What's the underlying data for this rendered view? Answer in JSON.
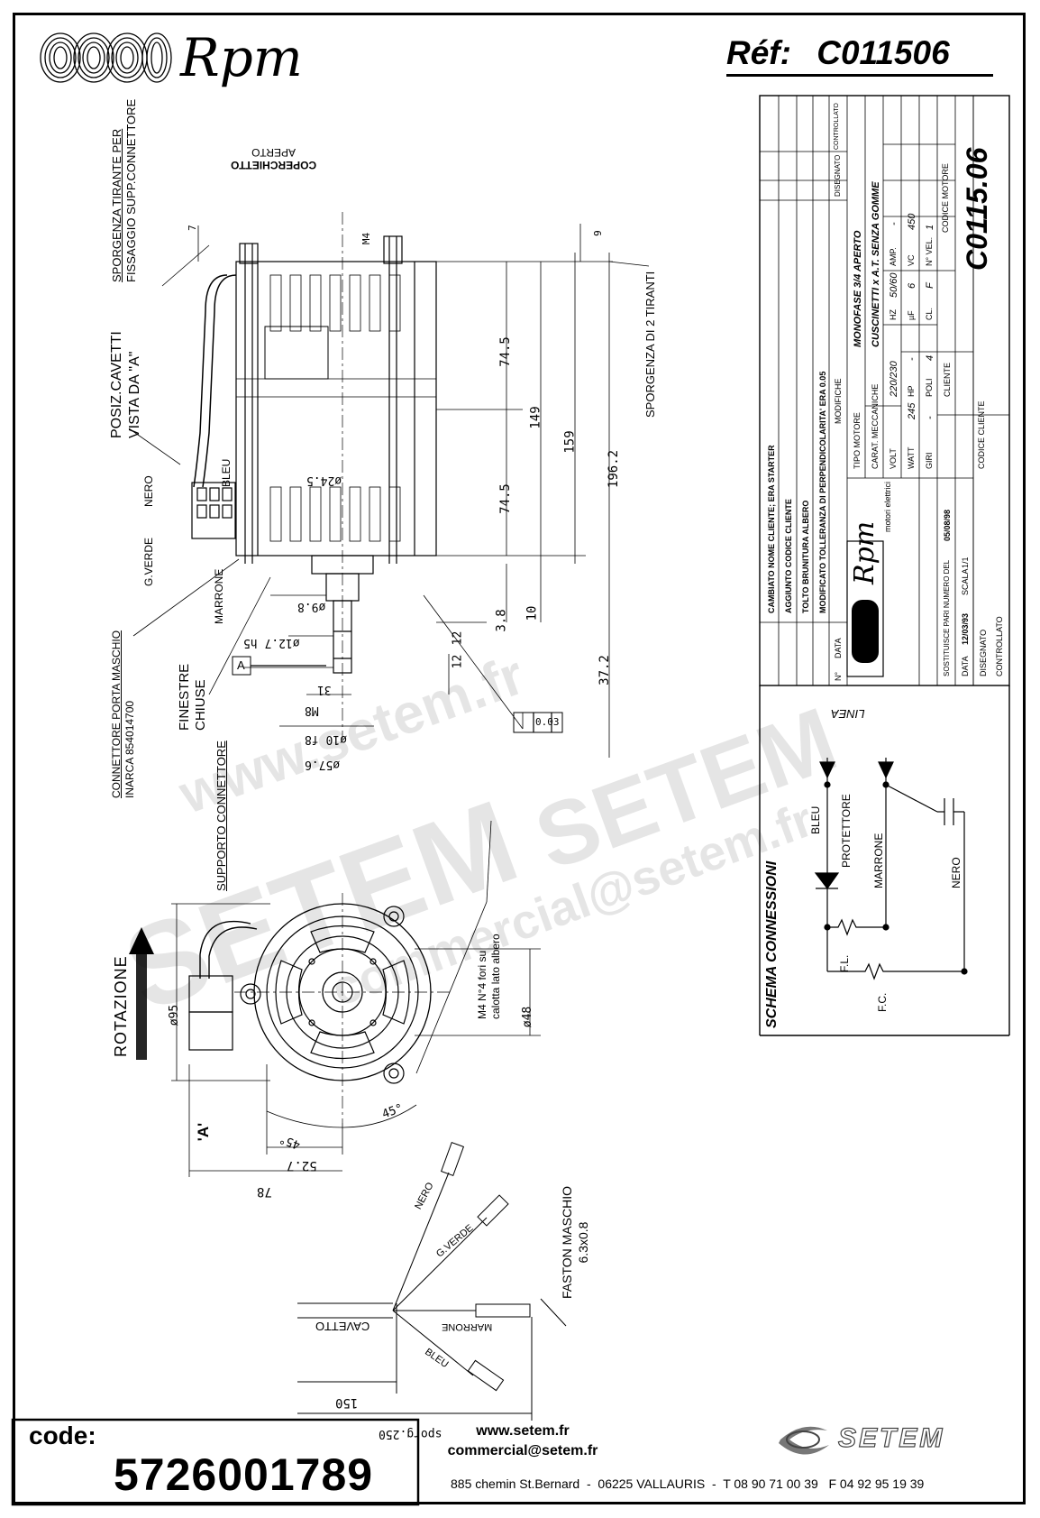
{
  "header": {
    "brand": "Rpm",
    "ref_label": "Réf:",
    "ref_value": "C011506"
  },
  "drawing": {
    "labels": {
      "sporgenza_tirante": "SPORGENZA TIRANTE PER",
      "fissaggio": "FISSAGGIO SUPP.CONNETTORE",
      "coperchietto": "COPERCHIETTO",
      "aperto": "APERTO",
      "posiz_cavetti": "POSIZ.CAVETTI",
      "vista_da_a": "VISTA DA \"A\"",
      "nero": "NERO",
      "bleu": "BLEU",
      "g_verde": "G.VERDE",
      "marrone": "MARRONE",
      "connettore": "CONNETTORE PORTA MASCHIO",
      "inarca": "INARCA 854014700",
      "finestre": "FINESTRE",
      "chiuse": "CHIUSE",
      "supporto": "SUPPORTO CONNETTORE",
      "sporgenza_tiranti": "SPORGENZA DI 2 TIRANTI",
      "rotazione": "ROTAZIONE",
      "m4_fori_1": "M4 N°4 fori su",
      "m4_fori_2": "calotta lato albero",
      "faston": "FASTON MASCHIO",
      "faston_size": "6.3x0.8",
      "cavetto": "CAVETTO",
      "a_mark": "A",
      "a_view": "'A'"
    },
    "dims": {
      "d7": "7",
      "d9": "9",
      "m4": "M4",
      "d74a": "74.5",
      "d74b": "74.5",
      "d149": "149",
      "d159": "159",
      "d196": "196.2",
      "d38": "3.8",
      "d10": "10",
      "d372": "37.2",
      "d12a": "12",
      "d12b": "12",
      "d98": "ø9.8",
      "d127": "ø12.7 h5",
      "d245": "ø24.5",
      "d31": "31",
      "m8": "M8",
      "d108": "ø10 f8",
      "d576": "ø57.6",
      "tol": "0.03",
      "d95": "ø95",
      "d48": "ø48",
      "ang45a": "45°",
      "ang45b": "45°",
      "d527": "52.7",
      "d78": "78",
      "d150": "150",
      "d250": "sporg.250"
    }
  },
  "title_block": {
    "rev_rows": [
      "MODIFICATO TOLLERANZA DI PERPENDICOLARITA' ERA 0.05",
      "TOLTO BRUNITURA ALBERO",
      "AGGIUNTO CODICE CLIENTE",
      "CAMBIATO NOME CLIENTE; ERA STARTER"
    ],
    "col_modifiche": "MODIFICHE",
    "col_no": "N°",
    "col_data": "DATA",
    "col_disegnato": "DISEGNATO",
    "col_controllato": "CONTROLLATO",
    "company": "Rpm",
    "company_sub": "motori elettrici",
    "sostituisce": "SOSTITUISCE PARI NUMERO DEL",
    "sost_date": "05/08/98",
    "data_label": "DATA",
    "data_value": "12/03/93",
    "scala_label": "SCALA",
    "scala_value": "1/1",
    "disegnato": "DISEGNATO",
    "controllato": "CONTROLLATO",
    "tipo_motore_label": "TIPO MOTORE",
    "tipo_motore": "MONOFASE 3/4 APERTO",
    "carat_label": "CARAT. MECCANICHE",
    "carat": "CUSCINETTI x A.T. SENZA GOMME",
    "volt_label": "VOLT",
    "volt": "220/230",
    "hz_label": "HZ",
    "hz": "50/60",
    "amp_label": "AMP.",
    "amp": "-",
    "watt_label": "WATT",
    "watt": "245",
    "hp_label": "HP",
    "hp": "-",
    "uf_label": "µF",
    "uf": "6",
    "vc_label": "VC",
    "vc": "450",
    "giri_label": "GIRI",
    "giri": "-",
    "poli_label": "POLI",
    "poli": "4",
    "cl_label": "CL.",
    "cl": "F",
    "nvel_label": "N° VEL.",
    "nvel": "1",
    "cliente_label": "CLIENTE",
    "codice_cliente": "CODICE CLIENTE",
    "codice_motore_label": "CODICE MOTORE",
    "codice_motore": "C0115.06"
  },
  "schema": {
    "title": "SCHEMA CONNESSIONI",
    "linea": "LINEA",
    "bleu": "BLEU",
    "protettore": "PROTETTORE",
    "marrone": "MARRONE",
    "nero": "NERO",
    "fl": "F.L.",
    "fc": "F.C."
  },
  "watermark": {
    "w1": "www.setem.fr",
    "w2": "SETEM",
    "w3": "commercial@setem.fr",
    "w4": "SETEM"
  },
  "footer": {
    "code_label": "code:",
    "code_value": "5726001789",
    "website": "www.setem.fr",
    "email": "commercial@setem.fr",
    "address": "885 chemin St.Bernard  -  06225 VALLAURIS  -  T 08 90 71 00 39   F 04 92 95 19 39",
    "setem_logo": "SETEM"
  }
}
